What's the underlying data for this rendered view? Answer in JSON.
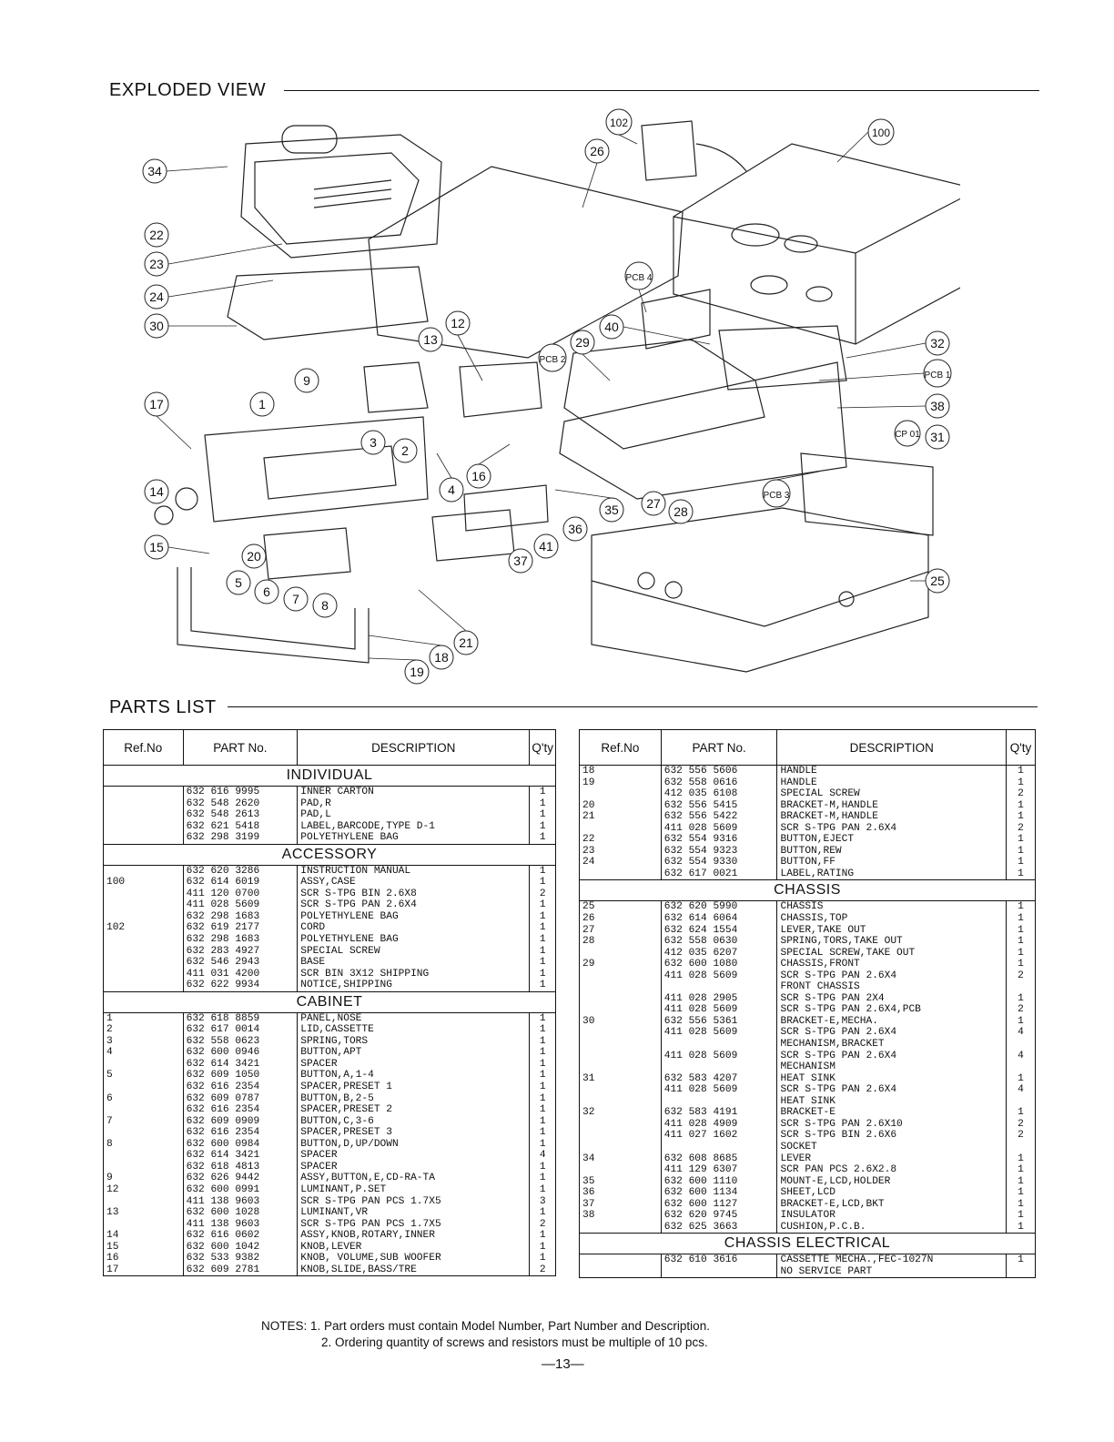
{
  "exploded_title": "EXPLODED VIEW",
  "parts_title": "PARTS LIST",
  "diagram_labels": [
    "34",
    "22",
    "23",
    "24",
    "30",
    "17",
    "14",
    "15",
    "102",
    "26",
    "100",
    "PCB 4",
    "12",
    "13",
    "9",
    "1",
    "3",
    "2",
    "40",
    "29",
    "PCB 2",
    "32",
    "PCB 1",
    "38",
    "CP 01",
    "31",
    "16",
    "4",
    "35",
    "36",
    "27",
    "28",
    "PCB 3",
    "41",
    "37",
    "20",
    "5",
    "6",
    "7",
    "8",
    "21",
    "18",
    "19",
    "25"
  ],
  "headers": {
    "ref": "Ref.No",
    "part": "PART No.",
    "desc": "DESCRIPTION",
    "qty": "Q'ty"
  },
  "left_table": [
    {
      "group": "INDIVIDUAL"
    },
    {
      "ref": "",
      "part": "632 616 9995",
      "desc": "INNER CARTON",
      "qty": "1"
    },
    {
      "ref": "",
      "part": "632 548 2620",
      "desc": "PAD,R",
      "qty": "1"
    },
    {
      "ref": "",
      "part": "632 548 2613",
      "desc": "PAD,L",
      "qty": "1"
    },
    {
      "ref": "",
      "part": "632 621 5418",
      "desc": "LABEL,BARCODE,TYPE D-1",
      "qty": "1"
    },
    {
      "ref": "",
      "part": "632 298 3199",
      "desc": "POLYETHYLENE BAG",
      "qty": "1"
    },
    {
      "group": "ACCESSORY"
    },
    {
      "ref": "",
      "part": "632 620 3286",
      "desc": "INSTRUCTION MANUAL",
      "qty": "1"
    },
    {
      "ref": "100",
      "part": "632 614 6019",
      "desc": "ASSY,CASE",
      "qty": "1"
    },
    {
      "ref": "",
      "part": "411 120 0700",
      "desc": "SCR S-TPG BIN 2.6X8",
      "qty": "2"
    },
    {
      "ref": "",
      "part": "411 028 5609",
      "desc": "SCR S-TPG PAN 2.6X4",
      "qty": "1"
    },
    {
      "ref": "",
      "part": "632 298 1683",
      "desc": "POLYETHYLENE BAG",
      "qty": "1"
    },
    {
      "ref": "102",
      "part": "632 619 2177",
      "desc": "CORD",
      "qty": "1"
    },
    {
      "ref": "",
      "part": "632 298 1683",
      "desc": "POLYETHYLENE BAG",
      "qty": "1"
    },
    {
      "ref": "",
      "part": "632 283 4927",
      "desc": "SPECIAL SCREW",
      "qty": "1"
    },
    {
      "ref": "",
      "part": "632 546 2943",
      "desc": "BASE",
      "qty": "1"
    },
    {
      "ref": "",
      "part": "411 031 4200",
      "desc": "SCR BIN 3X12 SHIPPING",
      "qty": "1"
    },
    {
      "ref": "",
      "part": "632 622 9934",
      "desc": "NOTICE,SHIPPING",
      "qty": "1"
    },
    {
      "group": "CABINET"
    },
    {
      "ref": "1",
      "part": "632 618 8859",
      "desc": "PANEL,NOSE",
      "qty": "1"
    },
    {
      "ref": "2",
      "part": "632 617 0014",
      "desc": "LID,CASSETTE",
      "qty": "1"
    },
    {
      "ref": "3",
      "part": "632 558 0623",
      "desc": "SPRING,TORS",
      "qty": "1"
    },
    {
      "ref": "4",
      "part": "632 600 0946",
      "desc": "BUTTON,APT",
      "qty": "1"
    },
    {
      "ref": "",
      "part": "632 614 3421",
      "desc": "SPACER",
      "qty": "1"
    },
    {
      "ref": "5",
      "part": "632 609 1050",
      "desc": "BUTTON,A,1-4",
      "qty": "1"
    },
    {
      "ref": "",
      "part": "632 616 2354",
      "desc": "SPACER,PRESET 1",
      "qty": "1"
    },
    {
      "ref": "6",
      "part": "632 609 0787",
      "desc": "BUTTON,B,2-5",
      "qty": "1"
    },
    {
      "ref": "",
      "part": "632 616 2354",
      "desc": "SPACER,PRESET 2",
      "qty": "1"
    },
    {
      "ref": "7",
      "part": "632 609 0909",
      "desc": "BUTTON,C,3-6",
      "qty": "1"
    },
    {
      "ref": "",
      "part": "632 616 2354",
      "desc": "SPACER,PRESET 3",
      "qty": "1"
    },
    {
      "ref": "8",
      "part": "632 600 0984",
      "desc": "BUTTON,D,UP/DOWN",
      "qty": "1"
    },
    {
      "ref": "",
      "part": "632 614 3421",
      "desc": "SPACER",
      "qty": "4"
    },
    {
      "ref": "",
      "part": "632 618 4813",
      "desc": "SPACER",
      "qty": "1"
    },
    {
      "ref": "9",
      "part": "632 626 9442",
      "desc": "ASSY,BUTTON,E,CD-RA-TA",
      "qty": "1"
    },
    {
      "ref": "12",
      "part": "632 600 0991",
      "desc": "LUMINANT,P.SET",
      "qty": "1"
    },
    {
      "ref": "",
      "part": "411 138 9603",
      "desc": "SCR S-TPG PAN PCS 1.7X5",
      "qty": "3"
    },
    {
      "ref": "13",
      "part": "632 600 1028",
      "desc": "LUMINANT,VR",
      "qty": "1"
    },
    {
      "ref": "",
      "part": "411 138 9603",
      "desc": "SCR S-TPG PAN PCS 1.7X5",
      "qty": "2"
    },
    {
      "ref": "14",
      "part": "632 616 0602",
      "desc": "ASSY,KNOB,ROTARY,INNER",
      "qty": "1"
    },
    {
      "ref": "15",
      "part": "632 600 1042",
      "desc": "KNOB,LEVER",
      "qty": "1"
    },
    {
      "ref": "16",
      "part": "632 533 9382",
      "desc": "KNOB, VOLUME,SUB WOOFER",
      "qty": "1"
    },
    {
      "ref": "17",
      "part": "632 609 2781",
      "desc": "KNOB,SLIDE,BASS/TRE",
      "qty": "2"
    }
  ],
  "right_table": [
    {
      "ref": "18",
      "part": "632 556 5606",
      "desc": "HANDLE",
      "qty": "1"
    },
    {
      "ref": "19",
      "part": "632 558 0616",
      "desc": "HANDLE",
      "qty": "1"
    },
    {
      "ref": "",
      "part": "412 035 6108",
      "desc": "SPECIAL SCREW",
      "qty": "2"
    },
    {
      "ref": "20",
      "part": "632 556 5415",
      "desc": "BRACKET-M,HANDLE",
      "qty": "1"
    },
    {
      "ref": "21",
      "part": "632 556 5422",
      "desc": "BRACKET-M,HANDLE",
      "qty": "1"
    },
    {
      "ref": "",
      "part": "411 028 5609",
      "desc": "SCR S-TPG PAN 2.6X4",
      "qty": "2"
    },
    {
      "ref": "22",
      "part": "632 554 9316",
      "desc": "BUTTON,EJECT",
      "qty": "1"
    },
    {
      "ref": "23",
      "part": "632 554 9323",
      "desc": "BUTTON,REW",
      "qty": "1"
    },
    {
      "ref": "24",
      "part": "632 554 9330",
      "desc": "BUTTON,FF",
      "qty": "1"
    },
    {
      "ref": "",
      "part": "632 617 0021",
      "desc": "LABEL,RATING",
      "qty": "1"
    },
    {
      "group": "CHASSIS"
    },
    {
      "ref": "25",
      "part": "632 620 5990",
      "desc": "CHASSIS",
      "qty": "1"
    },
    {
      "ref": "26",
      "part": "632 614 6064",
      "desc": "CHASSIS,TOP",
      "qty": "1"
    },
    {
      "ref": "27",
      "part": "632 624 1554",
      "desc": "LEVER,TAKE OUT",
      "qty": "1"
    },
    {
      "ref": "28",
      "part": "632 558 0630",
      "desc": "SPRING,TORS,TAKE OUT",
      "qty": "1"
    },
    {
      "ref": "",
      "part": "412 035 6207",
      "desc": "SPECIAL SCREW,TAKE OUT",
      "qty": "1"
    },
    {
      "ref": "29",
      "part": "632 600 1080",
      "desc": "CHASSIS,FRONT",
      "qty": "1"
    },
    {
      "ref": "",
      "part": "411 028 5609",
      "desc": "SCR S-TPG PAN 2.6X4",
      "qty": "2"
    },
    {
      "ref": "",
      "part": "",
      "desc": "FRONT CHASSIS",
      "qty": ""
    },
    {
      "ref": "",
      "part": "411 028 2905",
      "desc": "SCR S-TPG PAN 2X4",
      "qty": "1"
    },
    {
      "ref": "",
      "part": "411 028 5609",
      "desc": "SCR S-TPG PAN 2.6X4,PCB",
      "qty": "2"
    },
    {
      "ref": "30",
      "part": "632 556 5361",
      "desc": "BRACKET-E,MECHA.",
      "qty": "1"
    },
    {
      "ref": "",
      "part": "411 028 5609",
      "desc": "SCR S-TPG PAN 2.6X4",
      "qty": "4"
    },
    {
      "ref": "",
      "part": "",
      "desc": "MECHANISM,BRACKET",
      "qty": ""
    },
    {
      "ref": "",
      "part": "411 028 5609",
      "desc": "SCR S-TPG PAN 2.6X4",
      "qty": "4"
    },
    {
      "ref": "",
      "part": "",
      "desc": "MECHANISM",
      "qty": ""
    },
    {
      "ref": "31",
      "part": "632 583 4207",
      "desc": "HEAT SINK",
      "qty": "1"
    },
    {
      "ref": "",
      "part": "411 028 5609",
      "desc": "SCR S-TPG PAN 2.6X4",
      "qty": "4"
    },
    {
      "ref": "",
      "part": "",
      "desc": "HEAT SINK",
      "qty": ""
    },
    {
      "ref": "32",
      "part": "632 583 4191",
      "desc": "BRACKET-E",
      "qty": "1"
    },
    {
      "ref": "",
      "part": "411 028 4909",
      "desc": "SCR S-TPG PAN 2.6X10",
      "qty": "2"
    },
    {
      "ref": "",
      "part": "411 027 1602",
      "desc": "SCR S-TPG BIN 2.6X6",
      "qty": "2"
    },
    {
      "ref": "",
      "part": "",
      "desc": "SOCKET",
      "qty": ""
    },
    {
      "ref": "34",
      "part": "632 608 8685",
      "desc": "LEVER",
      "qty": "1"
    },
    {
      "ref": "",
      "part": "411 129 6307",
      "desc": "SCR PAN PCS 2.6X2.8",
      "qty": "1"
    },
    {
      "ref": "35",
      "part": "632 600 1110",
      "desc": "MOUNT-E,LCD,HOLDER",
      "qty": "1"
    },
    {
      "ref": "36",
      "part": "632 600 1134",
      "desc": "SHEET,LCD",
      "qty": "1"
    },
    {
      "ref": "37",
      "part": "632 600 1127",
      "desc": "BRACKET-E,LCD,BKT",
      "qty": "1"
    },
    {
      "ref": "38",
      "part": "632 620 9745",
      "desc": "INSULATOR",
      "qty": "1"
    },
    {
      "ref": "",
      "part": "632 625 3663",
      "desc": "CUSHION,P.C.B.",
      "qty": "1"
    },
    {
      "group": "CHASSIS ELECTRICAL"
    },
    {
      "ref": "",
      "part": "632 610 3616",
      "desc": "CASSETTE MECHA.,FEC-1027N",
      "qty": "1"
    },
    {
      "ref": "",
      "part": "",
      "desc": "NO SERVICE PART",
      "qty": ""
    }
  ],
  "notes": {
    "line1": "NOTES: 1. Part orders must contain Model Number, Part Number and Description.",
    "line2": "2. Ordering quantity of screws and resistors must be multiple of 10 pcs."
  },
  "page_number": "—13—"
}
